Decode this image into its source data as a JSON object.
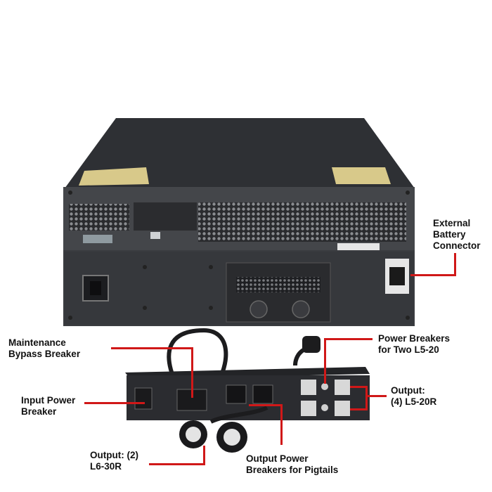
{
  "callouts": {
    "external_battery": [
      "External",
      "Battery",
      "Connector"
    ],
    "maintenance_bypass": [
      "Maintenance",
      "Bypass Breaker"
    ],
    "power_breakers_two": [
      "Power Breakers",
      "for Two L5-20"
    ],
    "output_four": [
      "Output:",
      "(4) L5-20R"
    ],
    "input_power": [
      "Input Power",
      "Breaker"
    ],
    "output_two": [
      "Output: (2)",
      "L6-30R"
    ],
    "output_power_breakers": [
      "Output Power",
      "Breakers for Pigtails"
    ]
  },
  "colors": {
    "callout": "#d01818",
    "chassis": "#3a3c40",
    "top": "#2e3034"
  }
}
